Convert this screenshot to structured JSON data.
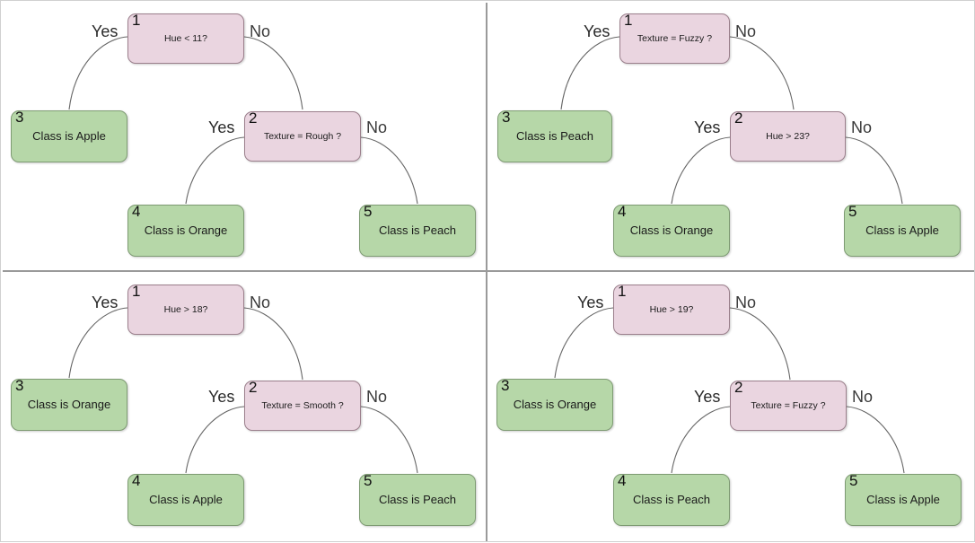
{
  "figure": {
    "type": "decision-tree-panels",
    "panel_count": 4,
    "grid": "2x2",
    "colors": {
      "decision_fill": "#ead5e0",
      "decision_stroke": "#9b7f8c",
      "leaf_fill": "#b6d7a8",
      "leaf_stroke": "#7e9b73",
      "edge_stroke": "#666666",
      "divider": "#9a9a9a",
      "text": "#1a1a1a"
    }
  },
  "panels": [
    {
      "id": "panel-top-left",
      "nodes": [
        {
          "num": "1",
          "kind": "decision",
          "label": "Hue < 11?"
        },
        {
          "num": "2",
          "kind": "decision",
          "label": "Texture = Rough ?"
        },
        {
          "num": "3",
          "kind": "leaf",
          "label": "Class is Apple"
        },
        {
          "num": "4",
          "kind": "leaf",
          "label": "Class is Orange"
        },
        {
          "num": "5",
          "kind": "leaf",
          "label": "Class is Peach"
        }
      ],
      "edges": [
        {
          "from": "1",
          "to": "3",
          "label": "Yes"
        },
        {
          "from": "1",
          "to": "2",
          "label": "No"
        },
        {
          "from": "2",
          "to": "4",
          "label": "Yes"
        },
        {
          "from": "2",
          "to": "5",
          "label": "No"
        }
      ]
    },
    {
      "id": "panel-top-right",
      "nodes": [
        {
          "num": "1",
          "kind": "decision",
          "label": "Texture = Fuzzy ?"
        },
        {
          "num": "2",
          "kind": "decision",
          "label": "Hue > 23?"
        },
        {
          "num": "3",
          "kind": "leaf",
          "label": "Class is Peach"
        },
        {
          "num": "4",
          "kind": "leaf",
          "label": "Class is Orange"
        },
        {
          "num": "5",
          "kind": "leaf",
          "label": "Class is Apple"
        }
      ],
      "edges": [
        {
          "from": "1",
          "to": "3",
          "label": "Yes"
        },
        {
          "from": "1",
          "to": "2",
          "label": "No"
        },
        {
          "from": "2",
          "to": "4",
          "label": "Yes"
        },
        {
          "from": "2",
          "to": "5",
          "label": "No"
        }
      ]
    },
    {
      "id": "panel-bottom-left",
      "nodes": [
        {
          "num": "1",
          "kind": "decision",
          "label": "Hue > 18?"
        },
        {
          "num": "2",
          "kind": "decision",
          "label": "Texture = Smooth ?"
        },
        {
          "num": "3",
          "kind": "leaf",
          "label": "Class is Orange"
        },
        {
          "num": "4",
          "kind": "leaf",
          "label": "Class is Apple"
        },
        {
          "num": "5",
          "kind": "leaf",
          "label": "Class is Peach"
        }
      ],
      "edges": [
        {
          "from": "1",
          "to": "3",
          "label": "Yes"
        },
        {
          "from": "1",
          "to": "2",
          "label": "No"
        },
        {
          "from": "2",
          "to": "4",
          "label": "Yes"
        },
        {
          "from": "2",
          "to": "5",
          "label": "No"
        }
      ]
    },
    {
      "id": "panel-bottom-right",
      "nodes": [
        {
          "num": "1",
          "kind": "decision",
          "label": "Hue > 19?"
        },
        {
          "num": "2",
          "kind": "decision",
          "label": "Texture = Fuzzy ?"
        },
        {
          "num": "3",
          "kind": "leaf",
          "label": "Class is Orange"
        },
        {
          "num": "4",
          "kind": "leaf",
          "label": "Class is Peach"
        },
        {
          "num": "5",
          "kind": "leaf",
          "label": "Class is Apple"
        }
      ],
      "edges": [
        {
          "from": "1",
          "to": "3",
          "label": "Yes"
        },
        {
          "from": "1",
          "to": "2",
          "label": "No"
        },
        {
          "from": "2",
          "to": "4",
          "label": "Yes"
        },
        {
          "from": "2",
          "to": "5",
          "label": "No"
        }
      ]
    }
  ]
}
